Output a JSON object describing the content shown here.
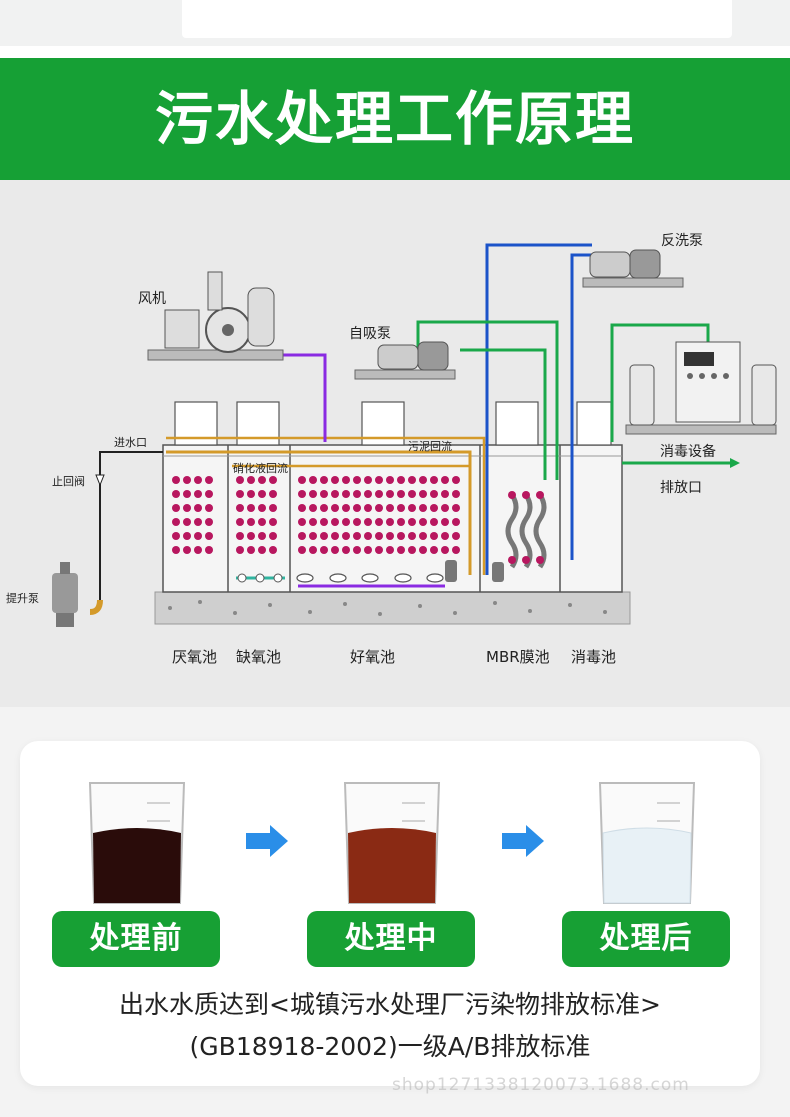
{
  "banner": {
    "title": "污水处理工作原理"
  },
  "diagram": {
    "labels": {
      "fan": "风机",
      "self_priming_pump": "自吸泵",
      "backwash_pump": "反洗泵",
      "water_inlet": "进水口",
      "check_valve": "止回阀",
      "lift_pump": "提升泵",
      "sludge_return": "污泥回流",
      "nitrate_return": "硝化液回流",
      "disinfection_equipment": "消毒设备",
      "outlet": "排放口"
    },
    "pools": [
      "厌氧池",
      "缺氧池",
      "好氧池",
      "MBR膜池",
      "消毒池"
    ],
    "colors": {
      "blue_line": "#1b53c9",
      "green_line": "#1aa84a",
      "purple_line": "#8a2be2",
      "orange_line": "#d49a2a",
      "media": "#b8175f"
    }
  },
  "stages": [
    {
      "label": "处理前",
      "water_color": "#2a0c0a"
    },
    {
      "label": "处理中",
      "water_color": "#8a2a14"
    },
    {
      "label": "处理后",
      "water_color": "#e8f1f6"
    }
  ],
  "standard": {
    "line1": "出水水质达到<城镇污水处理厂污染物排放标准>",
    "line2": "(GB18918-2002)一级A/B排放标准"
  },
  "watermark": "shop1271338120073.1688.com"
}
